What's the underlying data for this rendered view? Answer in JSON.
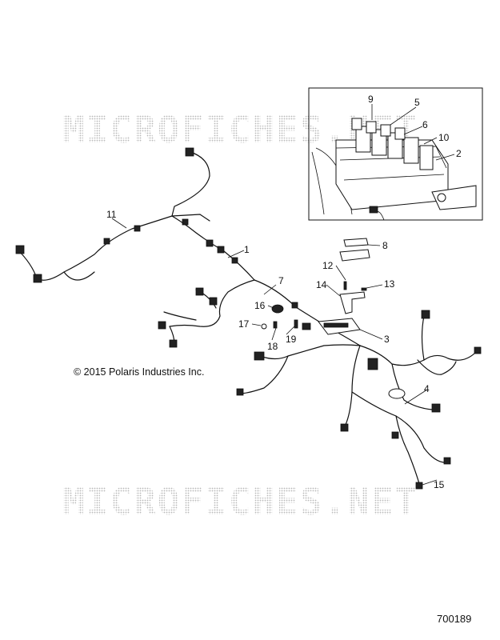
{
  "watermark": "MICROFICHES.NET",
  "copyright": "© 2015 Polaris Industries Inc.",
  "diagram_id": "700189",
  "callouts": [
    {
      "id": "c1",
      "label": "1"
    },
    {
      "id": "c2",
      "label": "2"
    },
    {
      "id": "c3",
      "label": "3"
    },
    {
      "id": "c4",
      "label": "4"
    },
    {
      "id": "c5",
      "label": "5"
    },
    {
      "id": "c6",
      "label": "6"
    },
    {
      "id": "c7",
      "label": "7"
    },
    {
      "id": "c8",
      "label": "8"
    },
    {
      "id": "c9",
      "label": "9"
    },
    {
      "id": "c10",
      "label": "10"
    },
    {
      "id": "c11",
      "label": "11"
    },
    {
      "id": "c12",
      "label": "12"
    },
    {
      "id": "c13",
      "label": "13"
    },
    {
      "id": "c14",
      "label": "14"
    },
    {
      "id": "c15",
      "label": "15"
    },
    {
      "id": "c16",
      "label": "16"
    },
    {
      "id": "c17",
      "label": "17"
    },
    {
      "id": "c18",
      "label": "18"
    },
    {
      "id": "c19",
      "label": "19"
    }
  ]
}
